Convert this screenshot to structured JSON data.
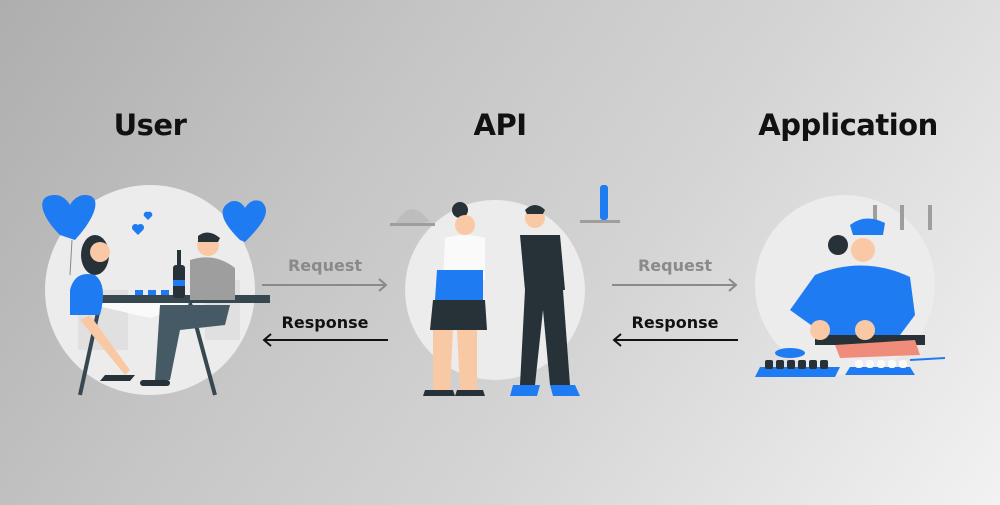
{
  "titles": {
    "user": "User",
    "api": "API",
    "application": "Application"
  },
  "flows": {
    "left": {
      "request": "Request",
      "response": "Response"
    },
    "right": {
      "request": "Request",
      "response": "Response"
    }
  },
  "colors": {
    "accent": "#1f7bf2",
    "dark": "#263238",
    "skin": "#f9c9a6",
    "request_arrow": "#8a8a8a",
    "response_arrow": "#111111"
  }
}
